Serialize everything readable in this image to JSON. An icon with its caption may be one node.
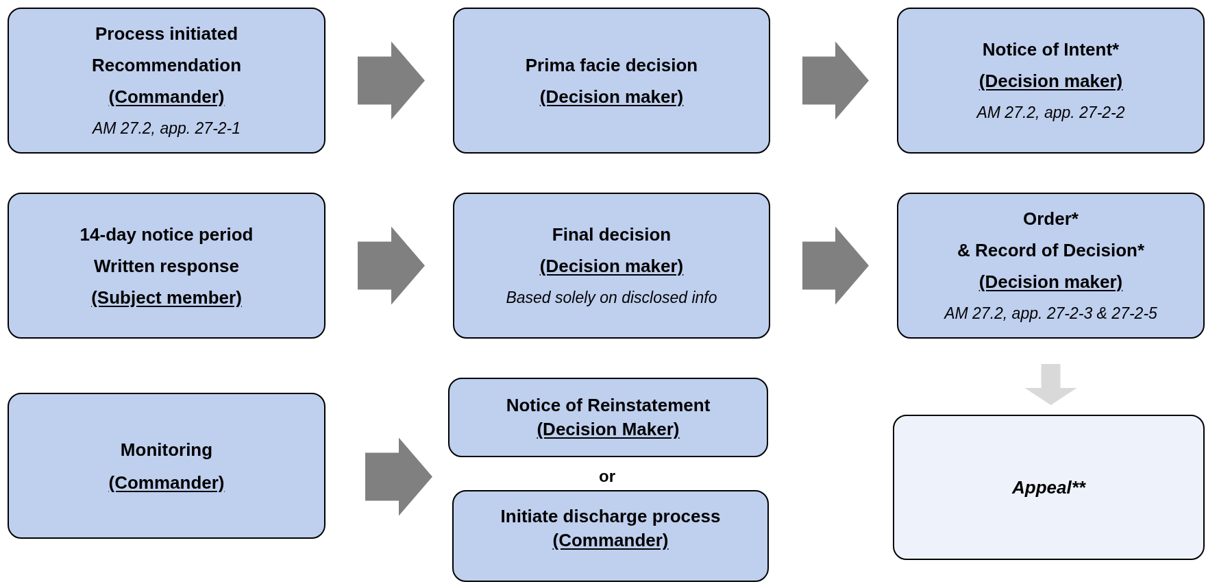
{
  "diagram": {
    "nodes": [
      {
        "text": [
          "Process initiated",
          "Recommendation",
          "(Commander)",
          "AM 27.2, app. 27-2-1"
        ]
      },
      {
        "text": [
          "Prima facie decision",
          "(Decision maker)"
        ]
      },
      {
        "text": [
          "Notice of Intent*",
          "(Decision maker)",
          "AM 27.2, app. 27-2-2"
        ]
      },
      {
        "text": [
          "14-day notice period",
          "Written response",
          "(Subject member)"
        ]
      },
      {
        "text": [
          "Final decision",
          "(Decision maker)",
          "Based solely on disclosed info"
        ]
      },
      {
        "text": [
          "Order*",
          "& Record of Decision*",
          "(Decision maker)",
          "AM 27.2, app. 27-2-3 & 27-2-5"
        ]
      },
      {
        "text": [
          "Monitoring",
          "(Commander)"
        ]
      },
      {
        "text": [
          "Notice of Reinstatement",
          "(Decision Maker)"
        ]
      },
      {
        "text": [
          "Initiate discharge process",
          "(Commander)"
        ]
      },
      {
        "text": [
          "Appeal**"
        ]
      }
    ],
    "edges": [
      {
        "from": 0,
        "to": 1,
        "arrow": "to"
      },
      {
        "from": 1,
        "to": 2,
        "arrow": "to"
      },
      {
        "from": 3,
        "to": 4,
        "arrow": "to"
      },
      {
        "from": 4,
        "to": 5,
        "arrow": "to"
      },
      {
        "from": 6,
        "to": 7,
        "arrow": "to"
      },
      {
        "from": 6,
        "to": 8,
        "arrow": "to"
      },
      {
        "from": 5,
        "to": 9,
        "arrow": "to",
        "color": "#d9d9d9"
      }
    ],
    "labels": [
      "or"
    ]
  }
}
